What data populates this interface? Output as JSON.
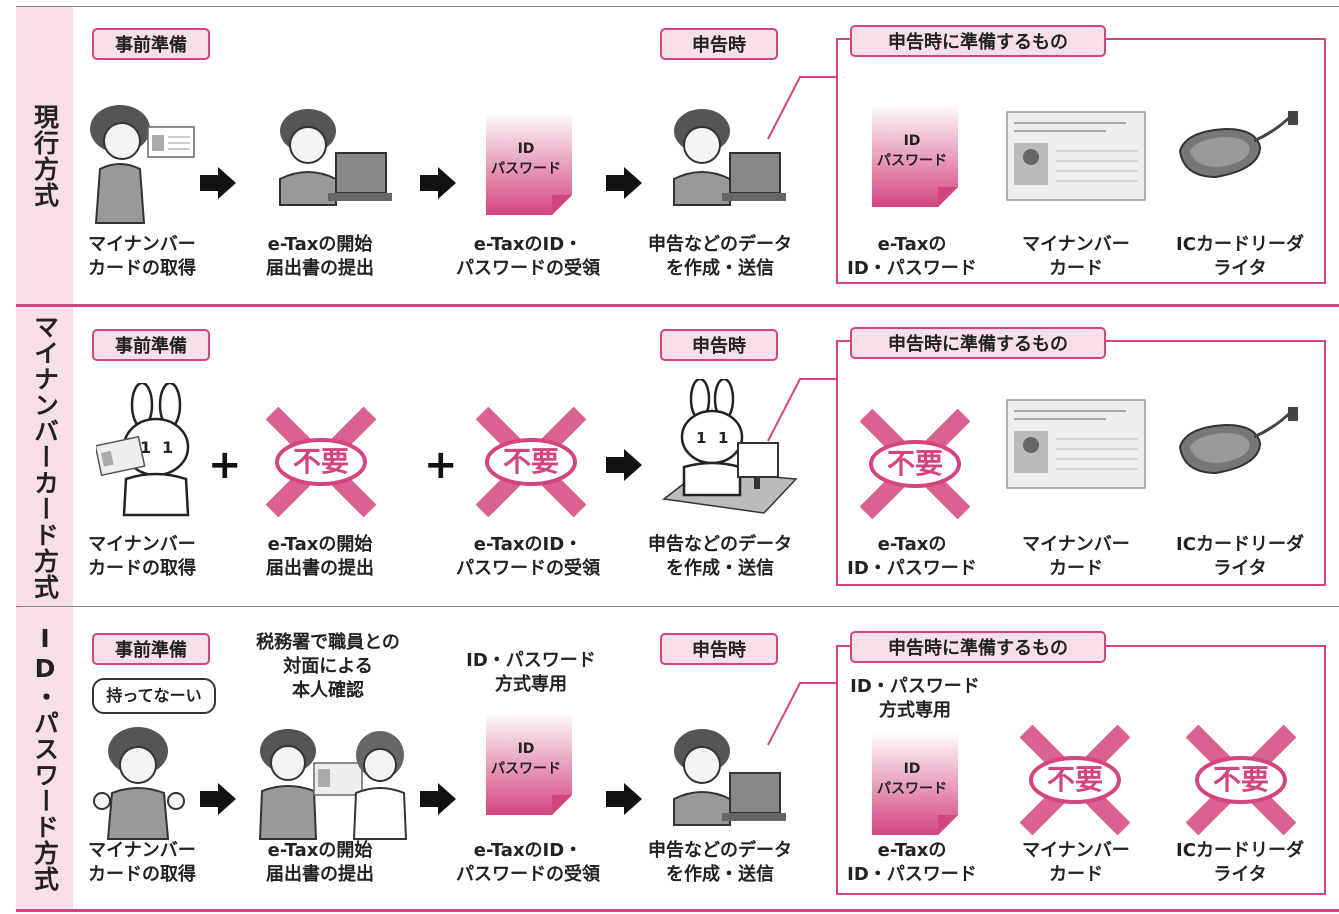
{
  "sections": [
    {
      "label": "現行方式",
      "tags": {
        "prep": "事前準備",
        "filing": "申告時",
        "items": "申告時に準備するもの"
      },
      "steps": [
        {
          "line1": "マイナンバー",
          "line2": "カードの取得"
        },
        {
          "line1": "e-Taxの開始",
          "line2": "届出書の提出"
        },
        {
          "line1": "e-TaxのID・",
          "line2": "パスワードの受領"
        },
        {
          "line1": "申告などのデータ",
          "line2": "を作成・送信"
        }
      ],
      "items": [
        {
          "line1": "e-Taxの",
          "line2": "ID・パスワード"
        },
        {
          "line1": "マイナンバー",
          "line2": "カード"
        },
        {
          "line1": "ICカードリーダ",
          "line2": "ライタ"
        }
      ]
    },
    {
      "label": "マイナンバーカード方式",
      "tags": {
        "prep": "事前準備",
        "filing": "申告時",
        "items": "申告時に準備するもの"
      },
      "steps": [
        {
          "line1": "マイナンバー",
          "line2": "カードの取得"
        },
        {
          "line1": "e-Taxの開始",
          "line2": "届出書の提出"
        },
        {
          "line1": "e-TaxのID・",
          "line2": "パスワードの受領"
        },
        {
          "line1": "申告などのデータ",
          "line2": "を作成・送信"
        }
      ],
      "items": [
        {
          "line1": "e-Taxの",
          "line2": "ID・パスワード"
        },
        {
          "line1": "マイナンバー",
          "line2": "カード"
        },
        {
          "line1": "ICカードリーダ",
          "line2": "ライタ"
        }
      ]
    },
    {
      "label": "ID・パスワード方式",
      "tags": {
        "prep": "事前準備",
        "filing": "申告時",
        "items": "申告時に準備するもの"
      },
      "steps": [
        {
          "line1": "マイナンバー",
          "line2": "カードの取得"
        },
        {
          "line1": "e-Taxの開始",
          "line2": "届出書の提出"
        },
        {
          "line1": "e-TaxのID・",
          "line2": "パスワードの受領"
        },
        {
          "line1": "申告などのデータ",
          "line2": "を作成・送信"
        }
      ],
      "items": [
        {
          "line1": "e-Taxの",
          "line2": "ID・パスワード"
        },
        {
          "line1": "マイナンバー",
          "line2": "カード"
        },
        {
          "line1": "ICカードリーダ",
          "line2": "ライタ"
        }
      ],
      "bubble": "持ってなーい",
      "identity_note": {
        "line1": "税務署で職員との",
        "line2": "対面による",
        "line3": "本人確認"
      },
      "id_only_note": {
        "line1": "ID・パスワード",
        "line2": "方式専用"
      },
      "id_only_note_box": {
        "line1": "ID・パスワード",
        "line2": "方式専用"
      }
    }
  ],
  "doc_icon": {
    "line1": "ID",
    "line2": "パスワード"
  },
  "not_required": "不要",
  "plus": "+",
  "colors": {
    "accent": "#d4457f",
    "tag_fill": "#f6dfe9",
    "label_fill": "#f6dfe9"
  },
  "icons": [
    "person-card-icon",
    "person-laptop-icon",
    "id-password-doc-icon",
    "mynumber-card-icon",
    "ic-card-reader-icon",
    "rabbit-mascot-icon",
    "not-required-cross-icon",
    "arrow-right-icon",
    "clerk-icon"
  ]
}
